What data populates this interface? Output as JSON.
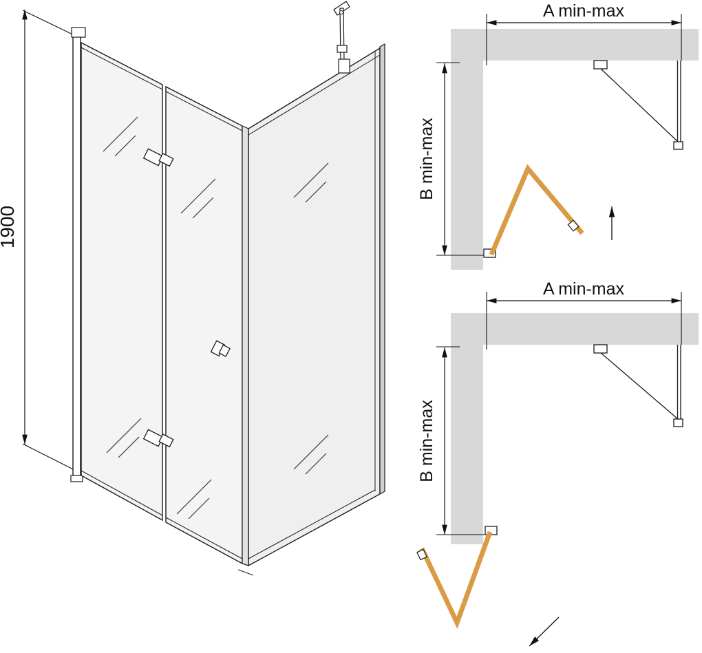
{
  "colors": {
    "wall": "#d8d8d8",
    "glass": "#f4f4f4",
    "glass_side": "#efefef",
    "profile": "#e2e2e2",
    "door": "#d99c45",
    "line": "#1a1a1a"
  },
  "side_view": {
    "height_label": "1900"
  },
  "plan_top": {
    "width_label": "A min-max",
    "depth_label": "B min-max"
  },
  "plan_bottom": {
    "width_label": "A min-max",
    "depth_label": "B min-max"
  }
}
